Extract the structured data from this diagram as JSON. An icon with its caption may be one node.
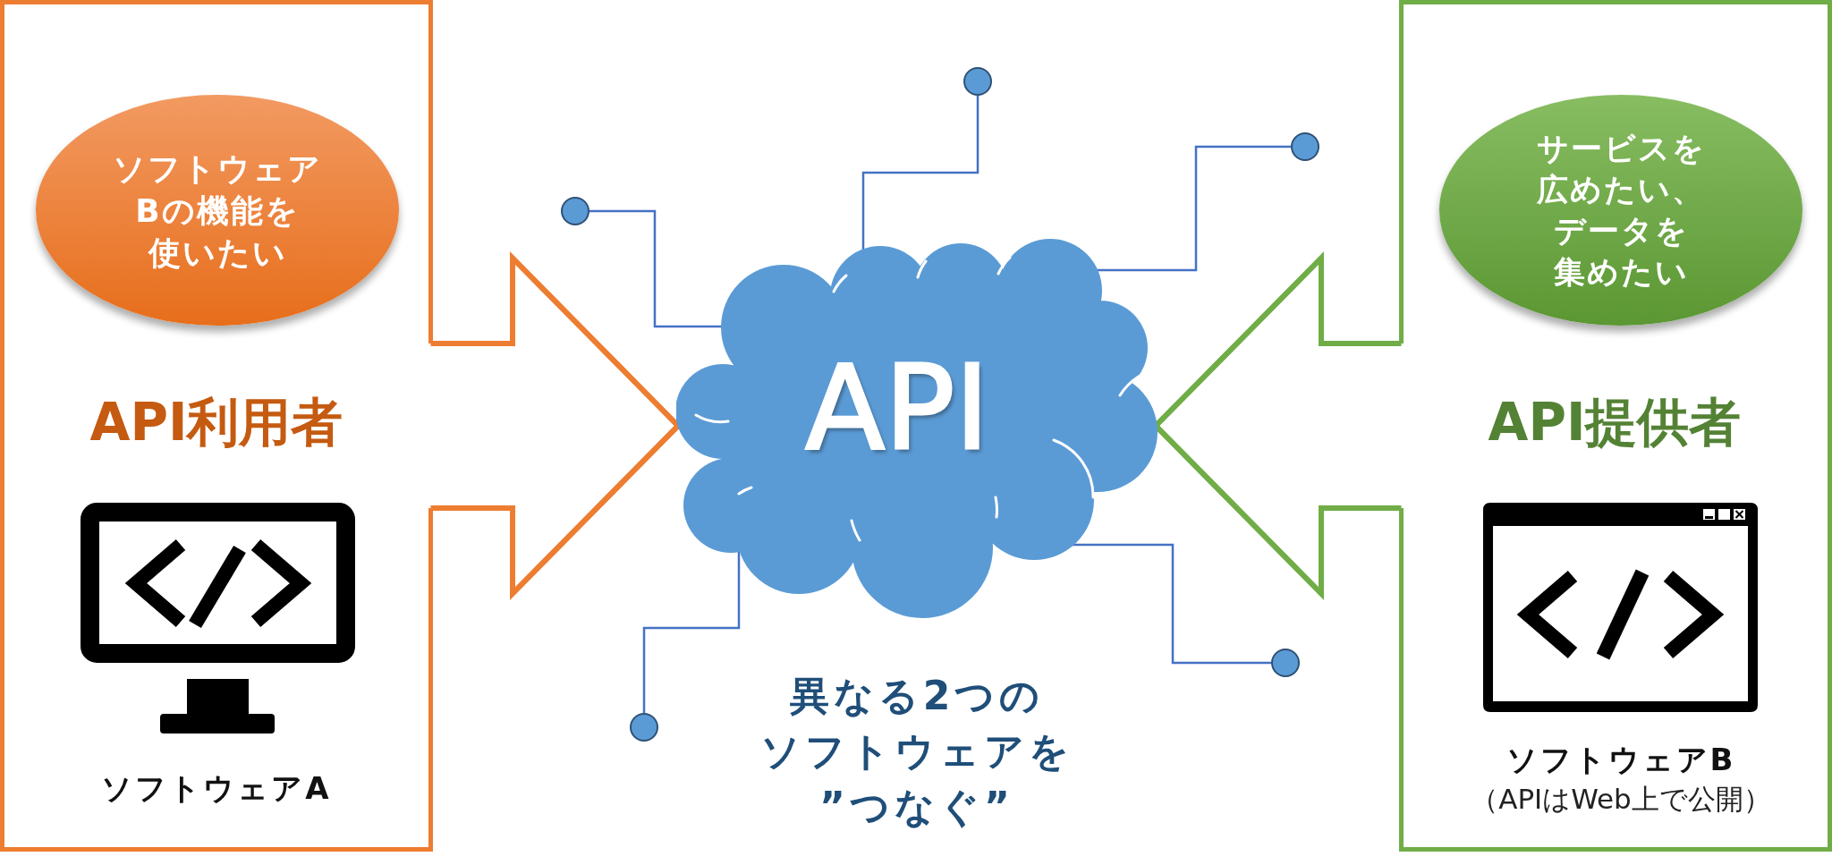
{
  "diagram": {
    "nodes": [
      {
        "text": [
          "API利用者",
          "ソフトウェアA"
        ]
      },
      {
        "text": [
          "ソフトウェアBの機能を使いたい"
        ],
        "in": 0
      },
      {
        "text": [
          "API"
        ],
        "beside": [
          "異なる2つのソフトウェアを”つなぐ”"
        ]
      },
      {
        "text": [
          "API提供者",
          "ソフトウェアB",
          "（APIはWeb上で公開）"
        ]
      },
      {
        "text": [
          "サービスを広めたい、データを集めたい"
        ],
        "in": 3
      },
      {
        "text": [],
        "shape": "circle"
      },
      {
        "text": [],
        "shape": "circle"
      },
      {
        "text": [],
        "shape": "circle"
      },
      {
        "text": [],
        "shape": "circle"
      },
      {
        "text": [],
        "shape": "circle"
      }
    ],
    "edges": [
      {
        "from": 0,
        "to": 2,
        "arrow": "to",
        "style": "thick",
        "color": "#ed7d31"
      },
      {
        "from": 3,
        "to": 2,
        "arrow": "to",
        "style": "thick",
        "color": "#70ad47"
      },
      {
        "from": 2,
        "to": 5,
        "arrow": "none"
      },
      {
        "from": 2,
        "to": 6,
        "arrow": "none"
      },
      {
        "from": 2,
        "to": 7,
        "arrow": "none"
      },
      {
        "from": 2,
        "to": 8,
        "arrow": "none"
      },
      {
        "from": 2,
        "to": 9,
        "arrow": "none"
      }
    ]
  }
}
